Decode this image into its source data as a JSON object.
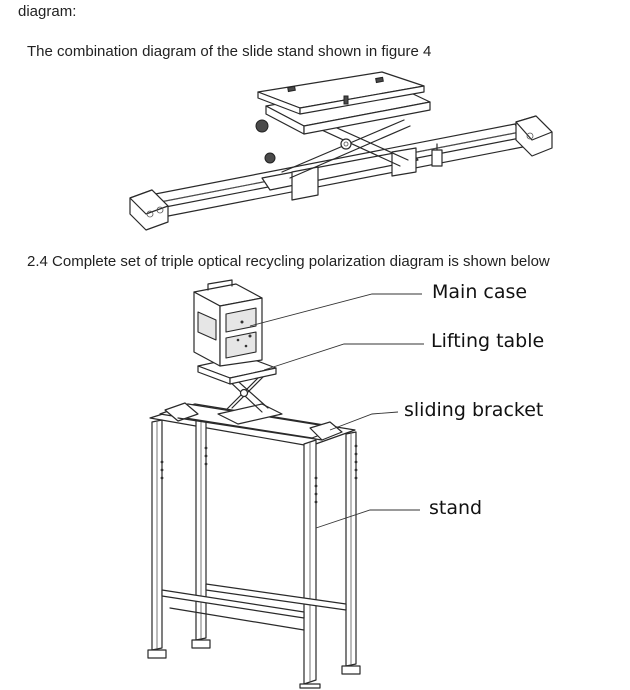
{
  "text": {
    "heading_fragment": "diagram:",
    "figure4_caption": "The combination diagram of the slide stand shown in figure 4",
    "section_24_caption": "2.4 Complete set of triple optical recycling polarization diagram is shown below"
  },
  "callouts": {
    "main_case": "Main case",
    "lifting_table": "Lifting table",
    "sliding_bracket": "sliding bracket",
    "stand": "stand"
  },
  "colors": {
    "text": "#222222",
    "line": "#2a2a2a",
    "background": "#ffffff"
  }
}
